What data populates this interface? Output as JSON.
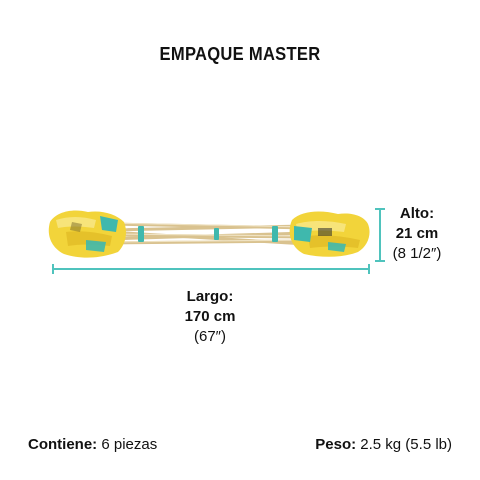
{
  "title": "EMPAQUE MASTER",
  "dimensions": {
    "length": {
      "label": "Largo:",
      "metric": "170 cm",
      "imperial": "(67″)"
    },
    "height": {
      "label": "Alto:",
      "metric": "21 cm",
      "imperial": "(8 1/2″)"
    }
  },
  "contents": {
    "label": "Contiene:",
    "value": "6 piezas"
  },
  "weight": {
    "label": "Peso:",
    "value": "2.5 kg (5.5 lb)"
  },
  "colors": {
    "dimension_line": "#4fc3bd",
    "product_yellow": "#f2d43a",
    "product_teal": "#3fb8ad",
    "handle_wood": "#e6d3a8"
  },
  "icons": {
    "product": "bundled-brooms-image",
    "length_arrow": "horizontal-dimension-line",
    "height_arrow": "vertical-dimension-line"
  }
}
